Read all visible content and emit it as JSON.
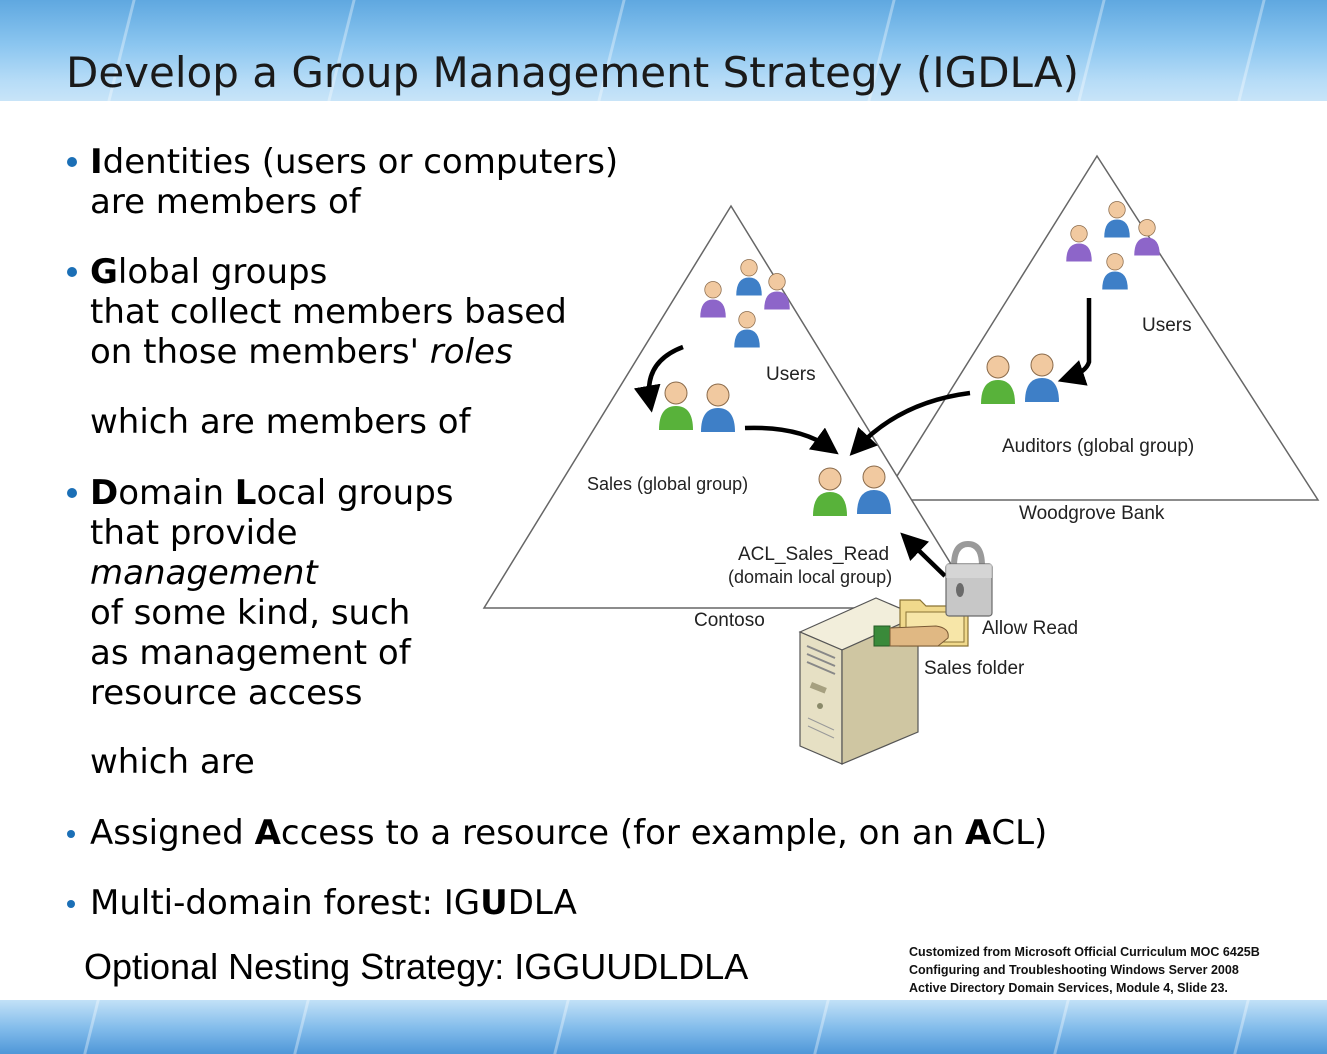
{
  "title": "Develop a Group Management Strategy (IGDLA)",
  "bullets": {
    "identities": {
      "initial": "I",
      "rest": "dentities (users or computers)",
      "line2": "are members of"
    },
    "global": {
      "initial": "G",
      "rest": "lobal groups",
      "line2": "that collect members based",
      "line3_prefix": "on those members' ",
      "line3_emph": "roles",
      "tail": "which are members of"
    },
    "domain_local": {
      "initial1": "D",
      "mid1": "omain ",
      "initial2": "L",
      "rest": "ocal groups",
      "line2": "that provide",
      "line3_emph": "management",
      "line4": "of some kind, such",
      "line5": "as management of",
      "line6": "resource access",
      "tail": "which are"
    },
    "assigned": {
      "pre": "Assigned ",
      "initial": "A",
      "mid": "ccess to a resource (for example, on an ",
      "initial2": "A",
      "post": "CL)"
    },
    "multi": {
      "pre": "Multi-domain forest: IG",
      "bold": "U",
      "post": "DLA"
    }
  },
  "optional_strategy": "Optional Nesting Strategy: IGGUUDLDLA",
  "credit": [
    "Customized from Microsoft Official Curriculum MOC 6425B",
    "Configuring and Troubleshooting Windows Server 2008",
    "Active Directory Domain Services, Module 4, Slide 23."
  ],
  "diagram": {
    "contoso_users": "Users",
    "woodgrove_users": "Users",
    "sales_group": "Sales (global group)",
    "auditors_group": "Auditors (global group)",
    "acl_group_line1": "ACL_Sales_Read",
    "acl_group_line2": "(domain local group)",
    "woodgrove_domain": "Woodgrove Bank",
    "contoso_domain": "Contoso",
    "allow_read": "Allow Read",
    "sales_folder": "Sales folder"
  },
  "colors": {
    "bullet": "#1b6fb6",
    "banner_blue": "#6fb3e8"
  },
  "icons": [
    "user-icon",
    "group-icon",
    "lock-icon",
    "folder-icon",
    "server-icon",
    "arrow-icon"
  ]
}
